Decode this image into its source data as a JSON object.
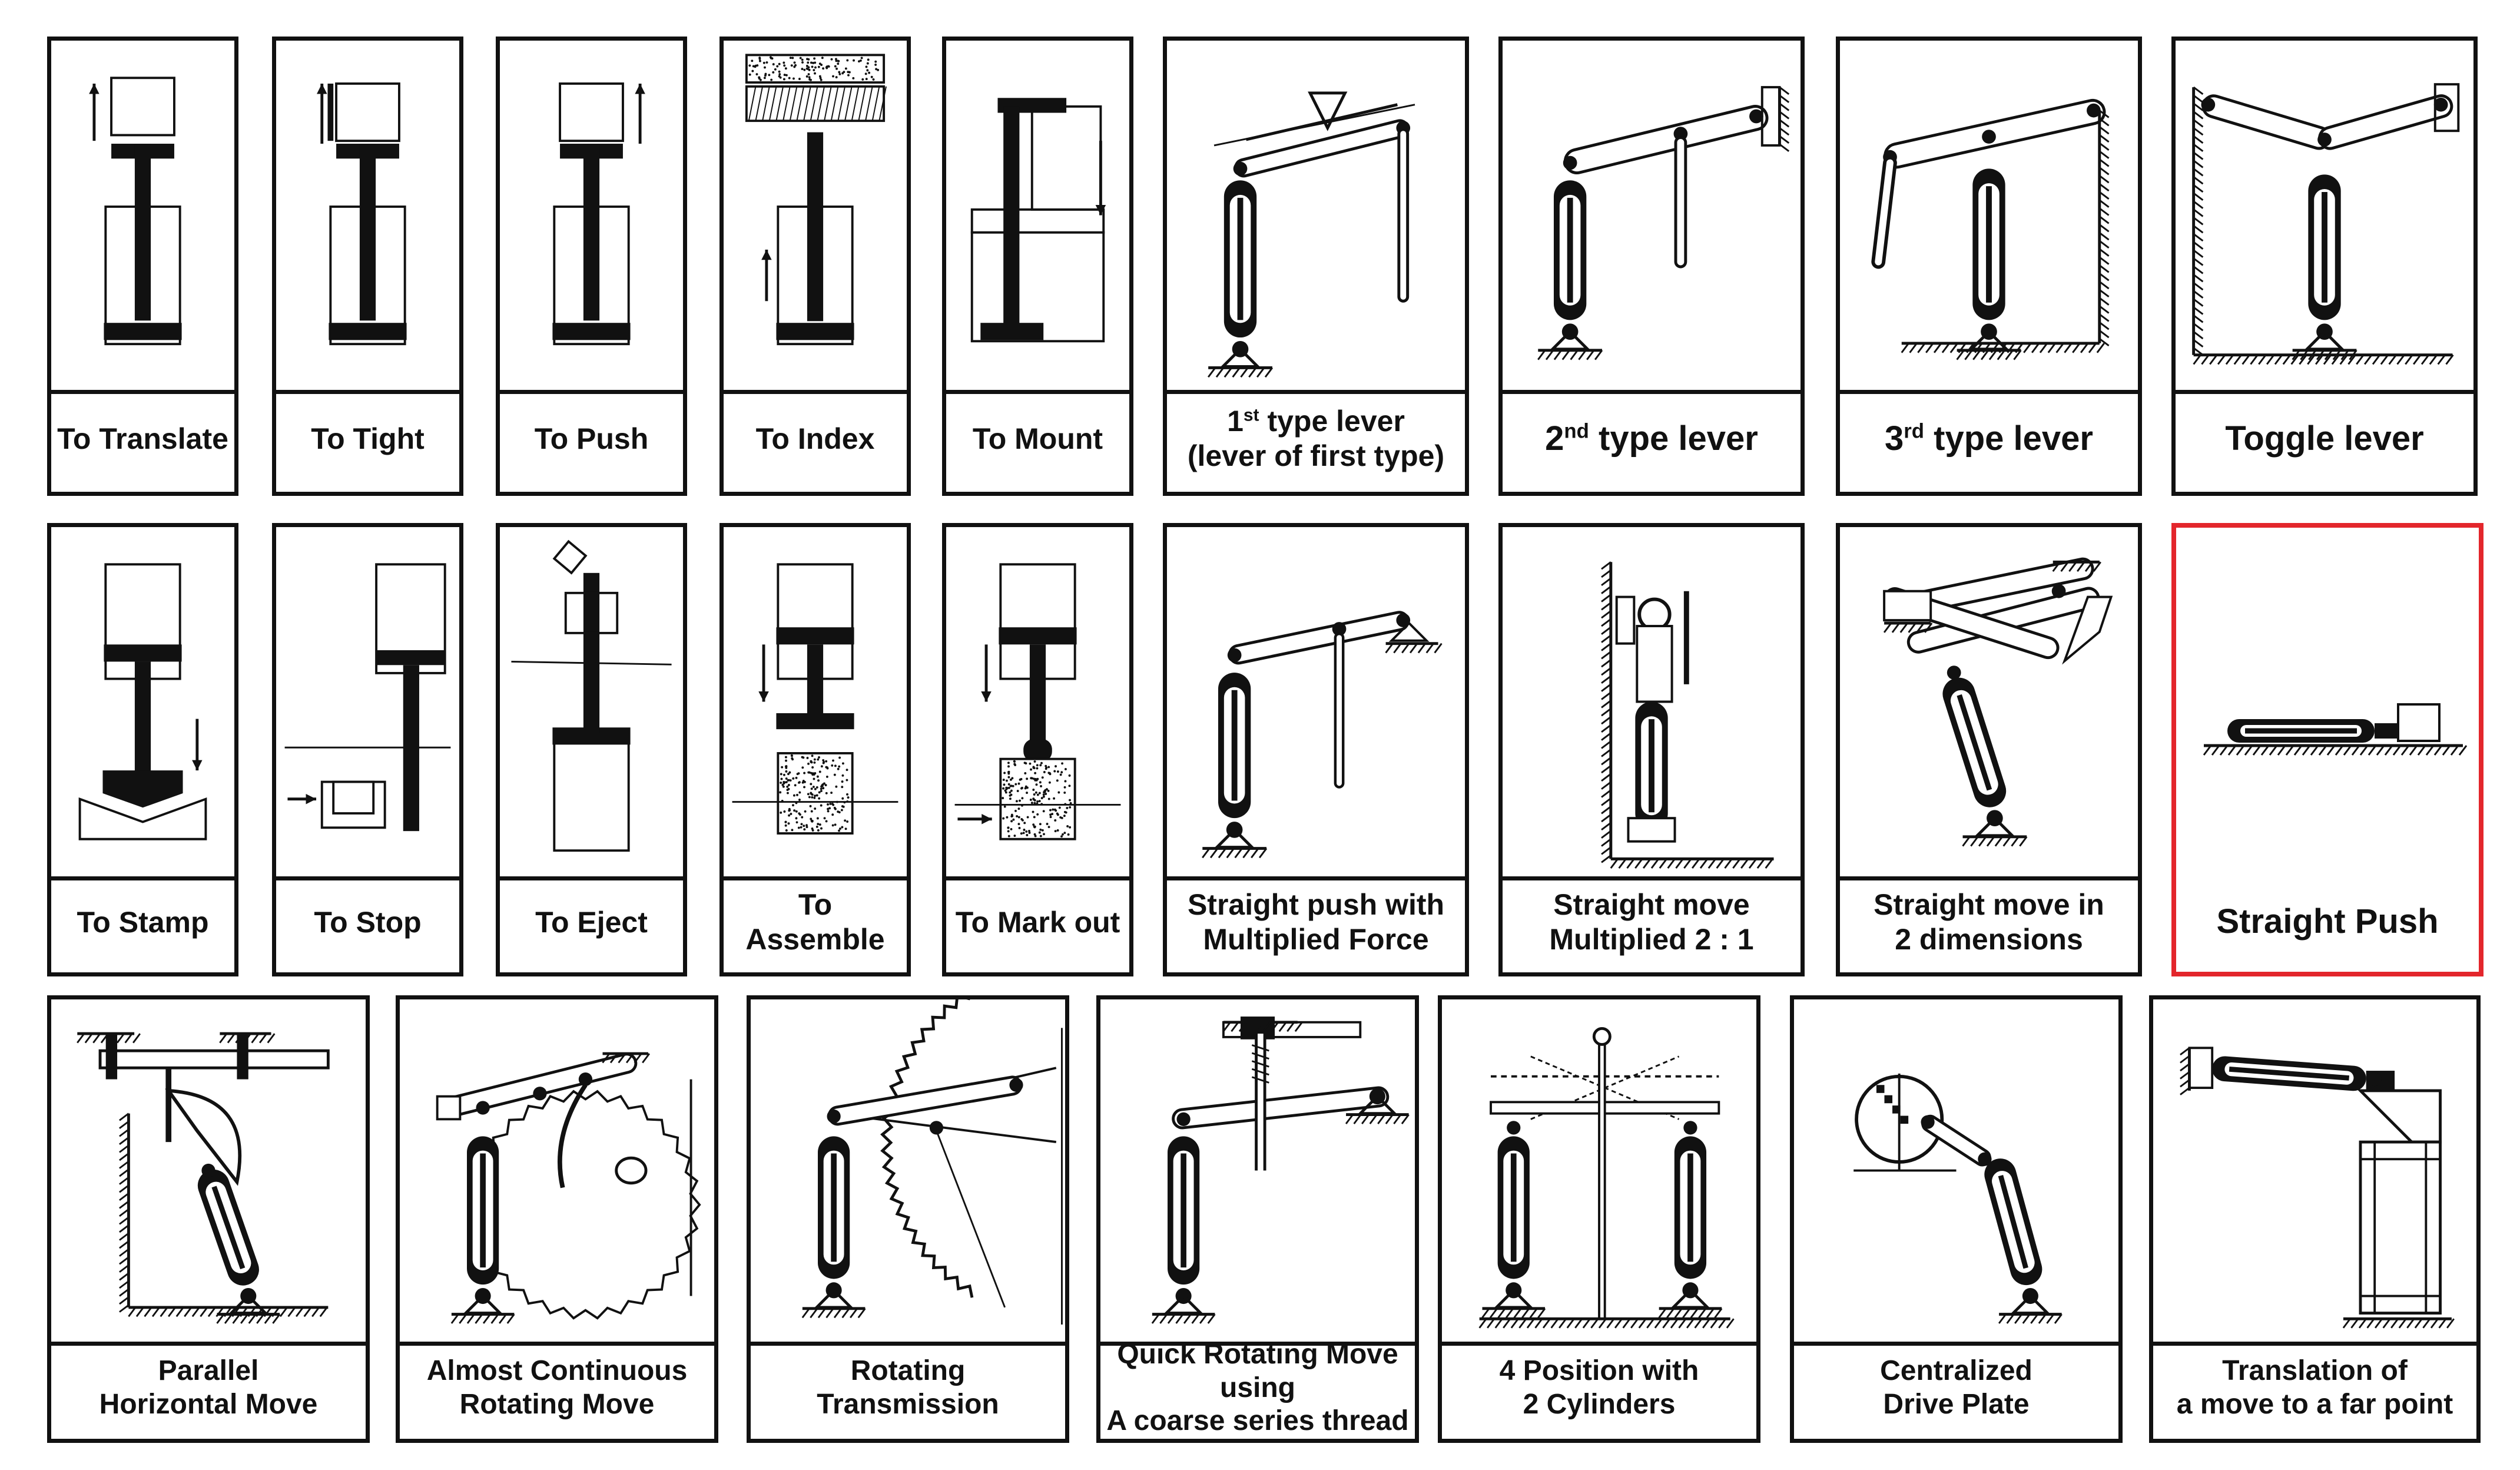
{
  "colors": {
    "ink": "#111111",
    "selected_border": "#e3262c",
    "background": "#ffffff"
  },
  "rows": [
    {
      "cards": [
        {
          "id": "to-translate",
          "icon": "cylinder-translate-icon",
          "caption": [
            "To Translate"
          ]
        },
        {
          "id": "to-tight",
          "icon": "cylinder-tight-icon",
          "caption": [
            "To Tight"
          ]
        },
        {
          "id": "to-push",
          "icon": "cylinder-push-icon",
          "caption": [
            "To Push"
          ]
        },
        {
          "id": "to-index",
          "icon": "cylinder-index-icon",
          "caption": [
            "To Index"
          ]
        },
        {
          "id": "to-mount",
          "icon": "cylinder-mount-icon",
          "caption": [
            "To Mount"
          ]
        },
        {
          "id": "first-type-lever",
          "icon": "first-type-lever-icon",
          "caption": [
            "1st type lever",
            "(lever of first type)"
          ],
          "sup": "st"
        },
        {
          "id": "second-type-lever",
          "icon": "second-type-lever-icon",
          "caption": [
            "2nd type lever"
          ],
          "sup": "nd"
        },
        {
          "id": "third-type-lever",
          "icon": "third-type-lever-icon",
          "caption": [
            "3rd type lever"
          ],
          "sup": "rd"
        },
        {
          "id": "toggle-lever",
          "icon": "toggle-lever-icon",
          "caption": [
            "Toggle lever"
          ]
        }
      ]
    },
    {
      "cards": [
        {
          "id": "to-stamp",
          "icon": "cylinder-stamp-icon",
          "caption": [
            "To Stamp"
          ]
        },
        {
          "id": "to-stop",
          "icon": "cylinder-stop-icon",
          "caption": [
            "To Stop"
          ]
        },
        {
          "id": "to-eject",
          "icon": "cylinder-eject-icon",
          "caption": [
            "To Eject"
          ]
        },
        {
          "id": "to-assemble",
          "icon": "cylinder-assemble-icon",
          "caption": [
            "To Assemble"
          ]
        },
        {
          "id": "to-mark-out",
          "icon": "cylinder-mark-out-icon",
          "caption": [
            "To Mark out"
          ]
        },
        {
          "id": "straight-push-multiplied-force",
          "icon": "multiplied-force-icon",
          "caption": [
            "Straight push with",
            "Multiplied Force"
          ]
        },
        {
          "id": "straight-move-multiplied",
          "icon": "multiplied-move-icon",
          "caption": [
            "Straight move",
            "Multiplied 2 : 1"
          ]
        },
        {
          "id": "straight-move-2d",
          "icon": "two-dimension-move-icon",
          "caption": [
            "Straight move in",
            "2 dimensions"
          ]
        },
        {
          "id": "straight-push",
          "icon": "straight-push-icon",
          "caption": [
            "Straight Push"
          ],
          "selected": true
        }
      ]
    },
    {
      "cards": [
        {
          "id": "parallel-horizontal-move",
          "icon": "parallel-move-icon",
          "caption": [
            "Parallel",
            "Horizontal Move"
          ]
        },
        {
          "id": "almost-continuous-rotating",
          "icon": "ratchet-wheel-icon",
          "caption": [
            "Almost Continuous",
            "Rotating Move"
          ]
        },
        {
          "id": "rotating-transmission",
          "icon": "gear-sector-icon",
          "caption": [
            "Rotating",
            "Transmission"
          ]
        },
        {
          "id": "quick-rotating-move",
          "icon": "coarse-thread-icon",
          "caption": [
            "Quick Rotating Move using",
            "A coarse series thread"
          ]
        },
        {
          "id": "four-position-two-cylinders",
          "icon": "two-cylinders-icon",
          "caption": [
            "4 Position with",
            "2 Cylinders"
          ]
        },
        {
          "id": "centralized-drive-plate",
          "icon": "drive-plate-icon",
          "caption": [
            "Centralized",
            "Drive Plate"
          ]
        },
        {
          "id": "translation-far-point",
          "icon": "far-point-linkage-icon",
          "caption": [
            "Translation of",
            "a move to a far point"
          ]
        }
      ]
    }
  ]
}
